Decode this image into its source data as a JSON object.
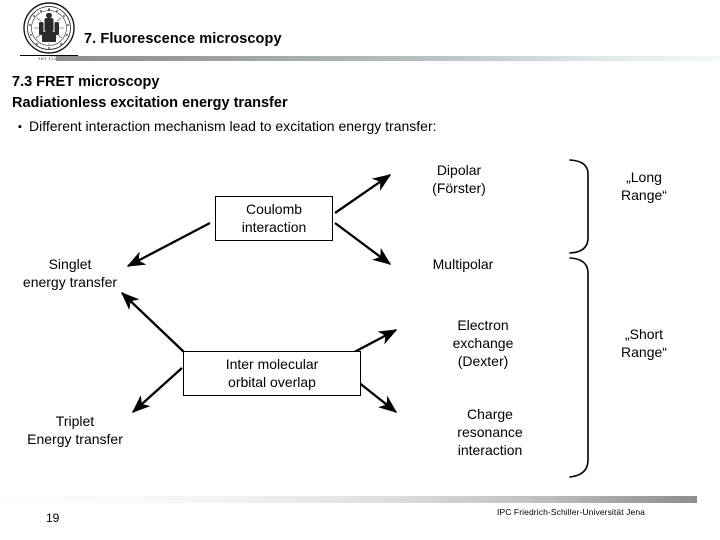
{
  "header": {
    "logo": {
      "icon": "university-seal-icon",
      "subtitle": "seit 1558"
    },
    "title": "7. Fluorescence microscopy"
  },
  "headings": {
    "section": "7.3 FRET microscopy",
    "subsection": "Radiationless excitation energy transfer",
    "bullet_marker": "▪",
    "bullet_text": "Different interaction mechanism lead to excitation energy transfer:"
  },
  "diagram": {
    "boxes": [
      {
        "id": "coulomb",
        "label": "Coulomb\ninteraction"
      },
      {
        "id": "intermolecular",
        "label": "Inter molecular\norbital overlap"
      }
    ],
    "left_labels": [
      {
        "id": "singlet",
        "label": "Singlet\nenergy transfer"
      },
      {
        "id": "triplet",
        "label": "Triplet\nEnergy transfer"
      }
    ],
    "mechanisms": [
      {
        "id": "dipolar",
        "label": "Dipolar\n(Förster)"
      },
      {
        "id": "multipolar",
        "label": "Multipolar"
      },
      {
        "id": "electron-exchange",
        "label": "Electron\nexchange\n(Dexter)"
      },
      {
        "id": "charge-resonance",
        "label": "Charge\nresonance\ninteraction"
      }
    ],
    "range_groups": [
      {
        "id": "long-range",
        "label": "„Long\nRange“"
      },
      {
        "id": "short-range",
        "label": "„Short\nRange“"
      }
    ]
  },
  "footer": {
    "page_number": "19",
    "credit": "IPC Friedrich-Schiller-Universität Jena"
  }
}
